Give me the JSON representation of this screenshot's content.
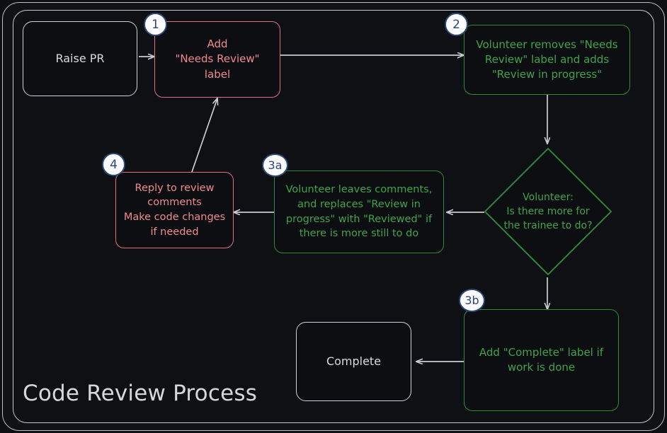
{
  "diagram": {
    "title": "Code Review Process",
    "colors": {
      "background": "#0e0f12",
      "frame_border": "#c6c9cf",
      "neutral_node": "#cfd2d8",
      "red_node": "#e0707e",
      "red_text": "#ef8a92",
      "green_node": "#2e8b3d",
      "green_text": "#3fa34d",
      "badge_ring": "#2c4675",
      "badge_fill": "#fbfbfd",
      "arrow": "#c9ccd1"
    },
    "nodes": [
      {
        "id": "raise-pr",
        "label": "Raise PR",
        "style": "gray",
        "badge": null
      },
      {
        "id": "add-label",
        "label": "Add\n\"Needs Review\"\nlabel",
        "style": "red",
        "badge": "1"
      },
      {
        "id": "volunteer-relabel",
        "label": "Volunteer removes \"Needs\nReview\" label and adds\n\"Review in progress\"",
        "style": "green",
        "badge": "2"
      },
      {
        "id": "decision",
        "label": "Volunteer:\nIs there more for\nthe trainee to do?",
        "style": "green-diamond",
        "badge": null
      },
      {
        "id": "leave-comments",
        "label": "Volunteer leaves comments,\nand replaces \"Review in\nprogress\" with \"Reviewed\" if\nthere is more still to do",
        "style": "green",
        "badge": "3a"
      },
      {
        "id": "reply-review",
        "label": "Reply to review\ncomments\nMake code changes\nif needed",
        "style": "red",
        "badge": "4"
      },
      {
        "id": "add-complete",
        "label": "Add \"Complete\" label if\nwork is done",
        "style": "green",
        "badge": "3b"
      },
      {
        "id": "complete",
        "label": "Complete",
        "style": "gray",
        "badge": null
      }
    ],
    "edges": [
      {
        "from": "raise-pr",
        "to": "add-label"
      },
      {
        "from": "add-label",
        "to": "volunteer-relabel"
      },
      {
        "from": "volunteer-relabel",
        "to": "decision"
      },
      {
        "from": "decision",
        "to": "leave-comments"
      },
      {
        "from": "leave-comments",
        "to": "reply-review"
      },
      {
        "from": "reply-review",
        "to": "add-label"
      },
      {
        "from": "decision",
        "to": "add-complete"
      },
      {
        "from": "add-complete",
        "to": "complete"
      }
    ]
  }
}
